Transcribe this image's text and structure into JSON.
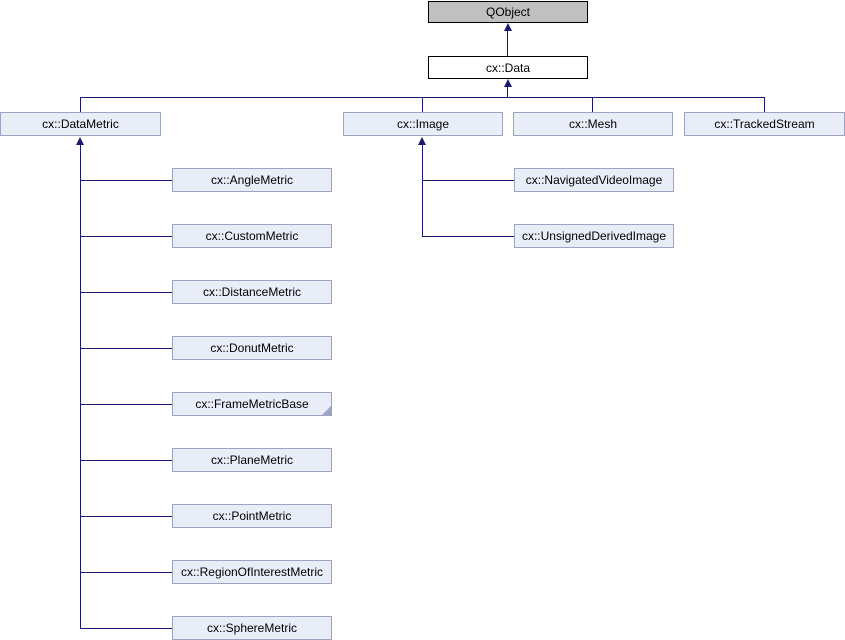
{
  "diagram": {
    "type": "class-inheritance-graph",
    "edge_color": "#191970",
    "root_node_fill": "#c0c0c0",
    "plain_node_fill": "#ffffff",
    "class_node_fill": "#e8edf7",
    "class_node_border": "#9ba4c0",
    "nodes": {
      "qobject": "QObject",
      "data": "cx::Data",
      "datametric": "cx::DataMetric",
      "image": "cx::Image",
      "mesh": "cx::Mesh",
      "trackedstream": "cx::TrackedStream",
      "anglemetric": "cx::AngleMetric",
      "custommetric": "cx::CustomMetric",
      "distancemetric": "cx::DistanceMetric",
      "donutmetric": "cx::DonutMetric",
      "framemetricbase": "cx::FrameMetricBase",
      "planemetric": "cx::PlaneMetric",
      "pointmetric": "cx::PointMetric",
      "regionofinterestmetric": "cx::RegionOfInterestMetric",
      "spheremetric": "cx::SphereMetric",
      "navigatedvideoimage": "cx::NavigatedVideoImage",
      "unsignedderivedimage": "cx::UnsignedDerivedImage"
    }
  }
}
